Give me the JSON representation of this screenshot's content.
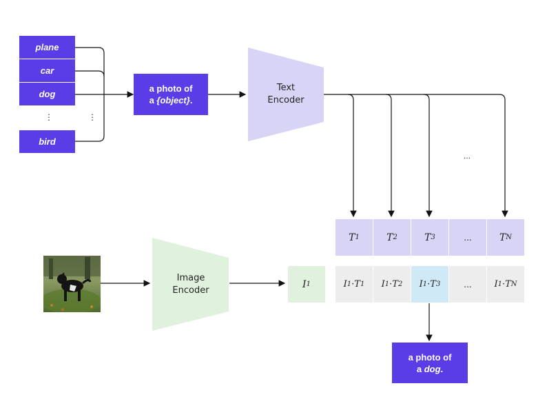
{
  "labels": {
    "items": [
      "plane",
      "car",
      "dog",
      "bird"
    ],
    "ellipsis_left": "⋮",
    "ellipsis_right": "⋮"
  },
  "prompt_box": {
    "line1": "a photo of",
    "line2_prefix": "a ",
    "line2_italic": "{object}",
    "line2_suffix": "."
  },
  "text_encoder": {
    "line1": "Text",
    "line2": "Encoder"
  },
  "image_encoder": {
    "line1": "Image",
    "line2": "Encoder"
  },
  "mid_ellipsis": "...",
  "text_embeddings": {
    "cells": [
      {
        "base": "T",
        "sub": "1"
      },
      {
        "base": "T",
        "sub": "2"
      },
      {
        "base": "T",
        "sub": "3"
      },
      {
        "base": "...",
        "sub": ""
      },
      {
        "base": "T",
        "sub": "N"
      }
    ]
  },
  "image_embedding": {
    "base": "I",
    "sub": "1"
  },
  "products": {
    "cells": [
      {
        "a": "I",
        "asub": "1",
        "b": "T",
        "bsub": "1",
        "highlight": false
      },
      {
        "a": "I",
        "asub": "1",
        "b": "T",
        "bsub": "2",
        "highlight": false
      },
      {
        "a": "I",
        "asub": "1",
        "b": "T",
        "bsub": "3",
        "highlight": true
      },
      {
        "a": "...",
        "asub": "",
        "b": "",
        "bsub": "",
        "highlight": false
      },
      {
        "a": "I",
        "asub": "1",
        "b": "T",
        "bsub": "N",
        "highlight": false
      }
    ]
  },
  "result_box": {
    "line1": "a photo of",
    "line2_prefix": "a ",
    "line2_italic": "dog",
    "line2_suffix": "."
  },
  "photo": {
    "subject": "black dog standing on grass"
  },
  "colors": {
    "purple": "#5a3de6",
    "text_encoder": "#d8d4f5",
    "image_encoder": "#e0f2de",
    "highlight": "#cfe9f7",
    "gray_cell": "#ededed"
  }
}
